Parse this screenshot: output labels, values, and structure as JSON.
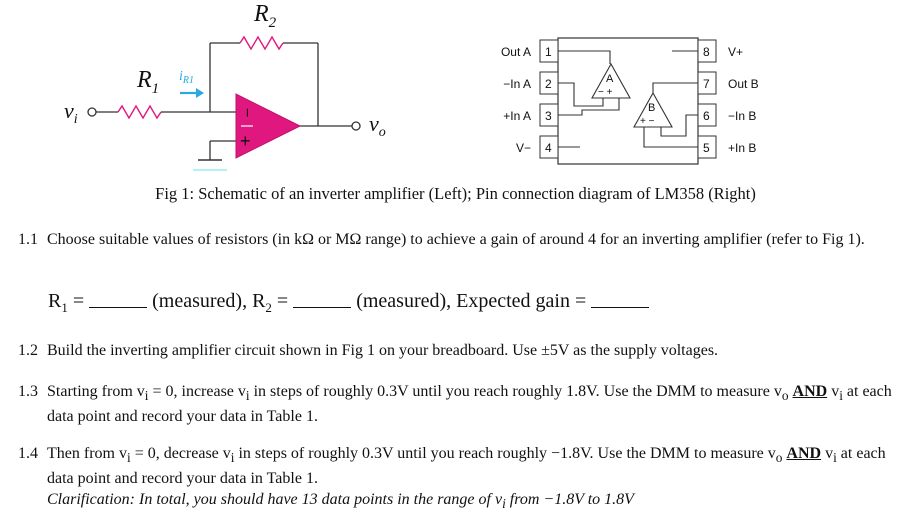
{
  "figure": {
    "schematic": {
      "r2_label": "R",
      "r2_sub": "2",
      "r1_label": "R",
      "r1_sub": "1",
      "current_label": "i",
      "current_sub": "R1",
      "vin_label": "v",
      "vin_sub": "i",
      "vout_label": "v",
      "vout_sub": "o",
      "minus_sign": "−",
      "plus_sign": "+"
    },
    "pinout": {
      "left_pins": [
        {
          "label": "Out A",
          "num": "1"
        },
        {
          "label": "−In A",
          "num": "2"
        },
        {
          "label": "+In A",
          "num": "3"
        },
        {
          "label": "V−",
          "num": "4"
        }
      ],
      "right_pins": [
        {
          "label": "V+",
          "num": "8"
        },
        {
          "label": "Out B",
          "num": "7"
        },
        {
          "label": "−In B",
          "num": "6"
        },
        {
          "label": "+In B",
          "num": "5"
        }
      ],
      "amp_a": "A",
      "amp_b": "B",
      "amp_signs": "− +",
      "amp_signs_b": "+ −"
    },
    "caption": "Fig 1: Schematic of an inverter amplifier (Left); Pin connection diagram of LM358 (Right)"
  },
  "items": [
    {
      "num": "1.1",
      "text": "Choose suitable values of resistors (in kΩ or MΩ range) to achieve a gain of around 4 for an inverting amplifier (refer to Fig 1)."
    },
    {
      "num": "1.2",
      "text": "Build the inverting amplifier circuit shown in Fig 1 on your breadboard.  Use ±5V as the supply voltages."
    },
    {
      "num": "1.3",
      "text_a": "Starting from v",
      "sub_a": "i",
      "text_b": " = 0, increase v",
      "sub_b": "i",
      "text_c": " in steps of roughly 0.3V until you reach roughly 1.8V. Use the DMM to measure v",
      "sub_c": "o",
      "and": "AND",
      "text_d": " v",
      "sub_d": "i",
      "text_e": " at each data point and record your data in Table 1."
    },
    {
      "num": "1.4",
      "text_a": "Then from v",
      "sub_a": "i",
      "text_b": " = 0, decrease v",
      "sub_b": "i",
      "text_c": " in steps of roughly 0.3V until you reach roughly −1.8V. Use the DMM to measure v",
      "sub_c": "o",
      "and": "AND",
      "text_d": " v",
      "sub_d": "i",
      "text_e": " at each data point and record your data in Table 1."
    }
  ],
  "fill": {
    "r1": "R",
    "r1_sub": "1",
    "eq": " = ",
    "measured": " (measured), ",
    "r2": "R",
    "r2_sub": "2",
    "measured2": " (measured), Expected gain = "
  },
  "clarification": {
    "a": "Clarification: In total, you should have 13 data points in the range of v",
    "sub": "i",
    "b": " from −1.8V to 1.8V"
  }
}
